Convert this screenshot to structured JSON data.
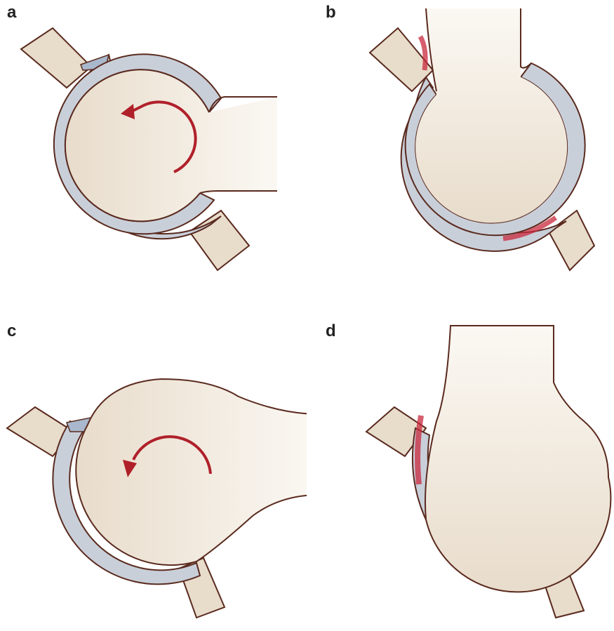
{
  "panels": [
    {
      "id": "a",
      "label": "a"
    },
    {
      "id": "b",
      "label": "b"
    },
    {
      "id": "c",
      "label": "c"
    },
    {
      "id": "d",
      "label": "d"
    }
  ],
  "colors": {
    "bone": "#e8dccb",
    "bone_light": "#f4eee4",
    "cartilage": "#c9cfd9",
    "outline": "#5a2a1e",
    "labrum": "#a9b8cc",
    "arrow": "#b0202a",
    "injury": "#c8283c"
  },
  "icons": {
    "rotation_arrow": "curved-arrow-icon"
  }
}
